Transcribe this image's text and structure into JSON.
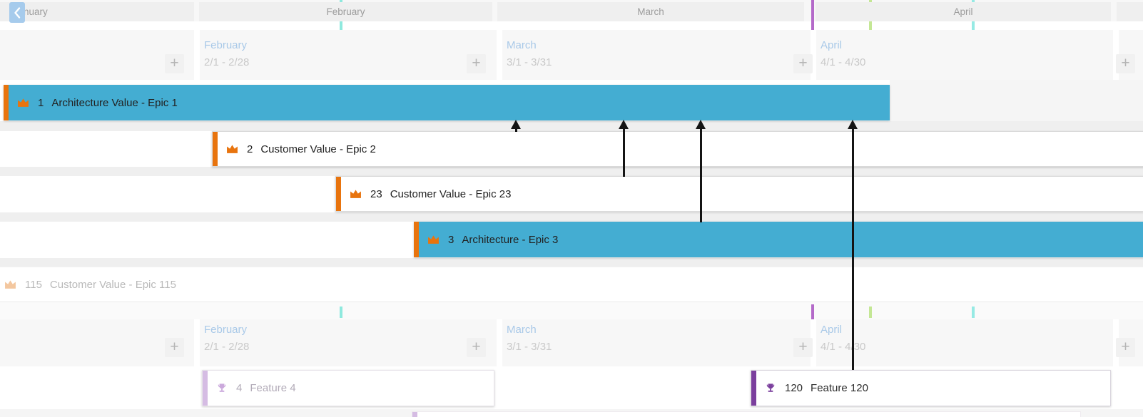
{
  "minimap": {
    "back_button": "chevron-left",
    "months": [
      {
        "label": "nuary"
      },
      {
        "label": "February"
      },
      {
        "label": "March"
      },
      {
        "label": "April"
      },
      {
        "label": ""
      }
    ]
  },
  "columns": [
    {
      "month": "February",
      "range": "2/1 - 2/28"
    },
    {
      "month": "March",
      "range": "3/1 - 3/31"
    },
    {
      "month": "April",
      "range": "4/1 - 4/30"
    }
  ],
  "add_button_label": "+",
  "cards": [
    {
      "id": "1",
      "title": "Architecture Value - Epic 1",
      "type": "epic",
      "icon": "crown-icon"
    },
    {
      "id": "2",
      "title": "Customer Value - Epic 2",
      "type": "epic",
      "icon": "crown-icon"
    },
    {
      "id": "23",
      "title": "Customer Value - Epic 23",
      "type": "epic",
      "icon": "crown-icon"
    },
    {
      "id": "3",
      "title": "Architecture - Epic 3",
      "type": "epic",
      "icon": "crown-icon"
    },
    {
      "id": "115",
      "title": "Customer Value - Epic 115",
      "type": "epic",
      "icon": "crown-icon"
    },
    {
      "id": "4",
      "title": "Feature 4",
      "type": "feature",
      "icon": "trophy-icon"
    },
    {
      "id": "120",
      "title": "Feature 120",
      "type": "feature",
      "icon": "trophy-icon"
    }
  ],
  "dependency_arrows": [
    {
      "from_id": "2",
      "to_id": "1"
    },
    {
      "from_id": "23",
      "to_id": "1"
    },
    {
      "from_id": "3",
      "to_id": "1"
    },
    {
      "from_id": "120",
      "to_id": "1"
    }
  ],
  "milestone_marker_colors": {
    "cyan": "#8FE9DE",
    "purple": "#B46AC9",
    "green": "#C4E795",
    "aqua": "#96EAE4"
  },
  "colors": {
    "epic_bar_fill": "#44ADD2",
    "epic_accent": "#E8740E",
    "epic_accent_faded": "#F3C79F",
    "feature_accent": "#7B3F9D",
    "feature_accent_faded": "#CBA9DC",
    "card_text": "#222222",
    "faded_text": "#B2ABB8",
    "month_label": "#A9C9E8",
    "date_range": "#C9C9C9",
    "band_bg": "#EFEFEF",
    "band_text": "#9C9C9C",
    "arrow": "#141414",
    "back_button_bg": "#A6CBEC"
  }
}
